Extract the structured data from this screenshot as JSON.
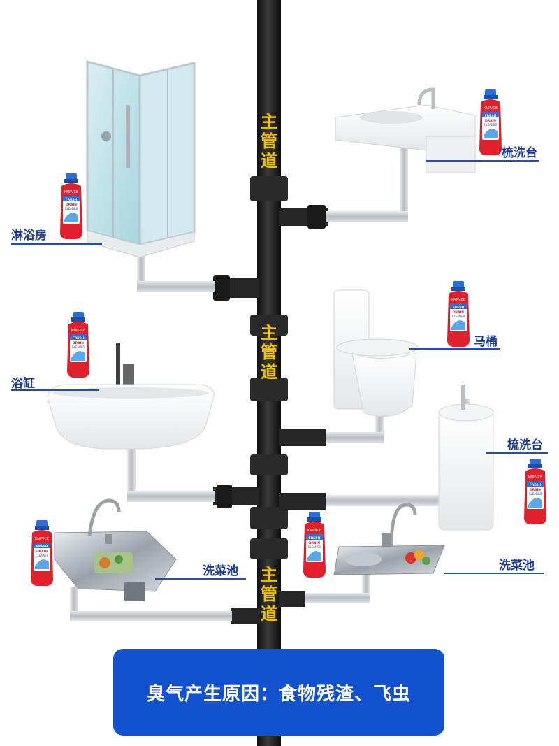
{
  "pipe_label": "主管道",
  "fixtures": {
    "shower": "淋浴房",
    "washbasin_top": "梳洗台",
    "toilet": "马桶",
    "bathtub": "浴缸",
    "washbasin_pedestal": "梳洗台",
    "sink_left": "洗菜池",
    "sink_right": "洗菜池"
  },
  "banner_text": "臭气产生原因：食物残渣、飞虫",
  "bottle": {
    "brand": "KNPVCE",
    "text1": "FRESH",
    "text2": "DRAIN",
    "text3": "CLEANER"
  },
  "colors": {
    "pipe_main": "#1f1f1f",
    "pipe_branch": "#c9ced3",
    "label_text": "#1e3c9c",
    "accent_blue": "#1352cf",
    "main_tag": "#f2c500",
    "bottle_red": "#e0202a"
  }
}
